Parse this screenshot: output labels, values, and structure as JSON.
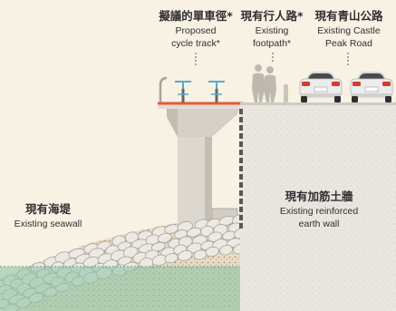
{
  "labels": {
    "cycle_track": {
      "zh": "擬議的單車徑*",
      "en": [
        "Proposed",
        "cycle track*"
      ]
    },
    "footpath": {
      "zh": "現有行人路*",
      "en": [
        "Existing",
        "footpath*"
      ]
    },
    "road": {
      "zh": "現有青山公路",
      "en": [
        "Existing Castle",
        "Peak Road"
      ]
    },
    "seawall": {
      "zh": "現有海堤",
      "en": [
        "Existing seawall"
      ]
    },
    "earth_wall": {
      "zh": "現有加筋土牆",
      "en": [
        "Existing reinforced",
        "earth wall"
      ]
    }
  },
  "icons": [
    "bicycle-icon",
    "pedestrian-icon",
    "car-icon"
  ],
  "colors": {
    "background": "#f8f2e4",
    "water": "#8ec5a6",
    "cycle_track_surface": "#e35b3c",
    "bicycle": "#5aa7cc",
    "tail_light": "#d63b30",
    "car_body": "#ececec",
    "pedestrian": "#bdb8b0"
  }
}
